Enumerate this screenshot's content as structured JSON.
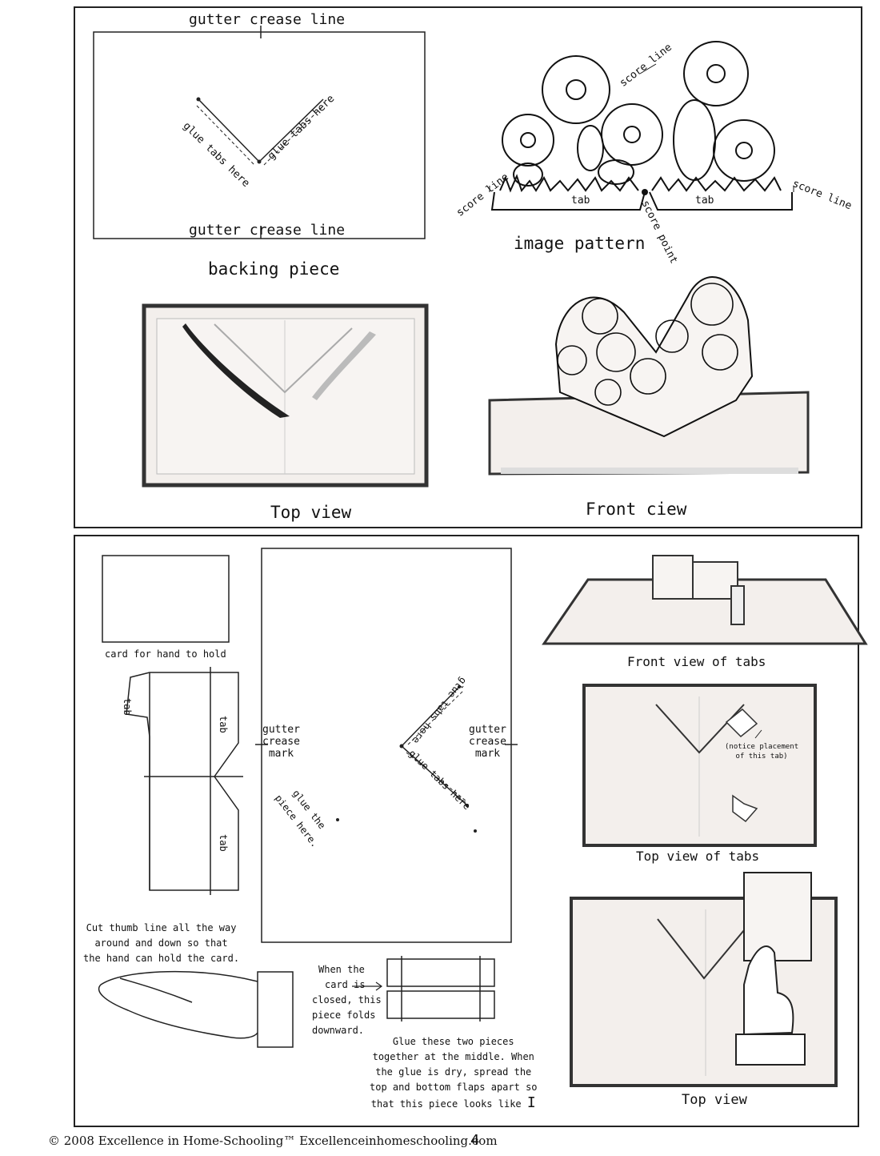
{
  "top": {
    "gutter_top": "gutter crease line",
    "gutter_bottom": "gutter crease line",
    "glue_left": "glue tabs here",
    "glue_right": "glue tabs here",
    "backing_caption": "backing piece",
    "score_line_top": "score line",
    "score_line_left": "score line",
    "score_line_right": "score line",
    "tab_left": "tab",
    "tab_right": "tab",
    "score_point": "score point",
    "image_caption": "image pattern",
    "top_view_caption": "Top view",
    "front_view_caption": "Front ciew"
  },
  "bottom": {
    "card_caption": "card for hand to hold",
    "tab1": "tab",
    "tab2": "tab",
    "tab3": "tab",
    "gutter_left": [
      "gutter",
      "crease",
      "mark"
    ],
    "gutter_right": [
      "gutter",
      "crease",
      "mark"
    ],
    "glue_upper": "glue tabs here",
    "glue_lower": "glue tabs here",
    "glue_piece_line1": "glue the",
    "glue_piece_line2": "piece here.",
    "thumb_note": [
      "Cut thumb line all the way",
      "around and down so that",
      "the hand can hold the card."
    ],
    "closed_note": [
      "When the",
      "card is",
      "closed, this",
      "piece folds",
      "downward."
    ],
    "glue_two": [
      "Glue these two pieces",
      "together at the middle.  When",
      "the glue is dry, spread the",
      "top and bottom flaps apart so",
      "that this piece looks like"
    ],
    "i_glyph": "I",
    "front_tabs_caption": "Front view of tabs",
    "notice": [
      "(notice placement",
      "of this tab)"
    ],
    "top_tabs_caption": "Top view of tabs",
    "top_view_caption": "Top view"
  },
  "footer": {
    "text": "© 2008  Excellence in Home-Schooling™  Excellenceinhomeschooling.com",
    "page": "4"
  }
}
